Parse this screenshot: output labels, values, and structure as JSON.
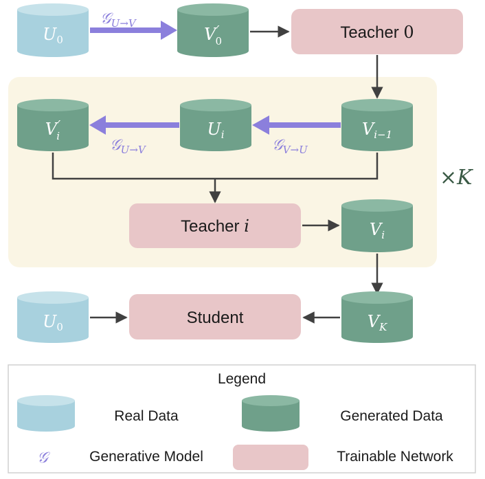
{
  "colors": {
    "real_data": "#a8d1de",
    "real_data_top": "#c6e2ea",
    "generated_data": "#6fa08a",
    "generated_data_top": "#8bb8a3",
    "network": "#e8c6c8",
    "loop_bg": "#faf5e4",
    "generative_arrow": "#8b7fdc",
    "arrow": "#404040",
    "legend_border": "#d0d0d0"
  },
  "nodes": {
    "u0_top": {
      "name": "U",
      "sub": "0",
      "prime": ""
    },
    "v0_prime": {
      "name": "V",
      "sub": "0",
      "prime": "′"
    },
    "teacher0": {
      "prefix": "Teacher ",
      "math": "0"
    },
    "vi_prime": {
      "name": "V",
      "sub": "i",
      "prime": "′"
    },
    "ui": {
      "name": "U",
      "sub": "i",
      "prime": ""
    },
    "vi_minus_1": {
      "name": "V",
      "sub": "i−1",
      "prime": ""
    },
    "teacher_i": {
      "prefix": "Teacher ",
      "math": "i"
    },
    "vi": {
      "name": "V",
      "sub": "i",
      "prime": ""
    },
    "u0_bottom": {
      "name": "U",
      "sub": "0",
      "prime": ""
    },
    "student": {
      "label": "Student"
    },
    "vk": {
      "name": "V",
      "sub": "K",
      "prime": ""
    }
  },
  "generators": {
    "g_top": {
      "symbol": "𝒢",
      "sub": "U→V"
    },
    "g_left": {
      "symbol": "𝒢",
      "sub": "U→V"
    },
    "g_right": {
      "symbol": "𝒢",
      "sub": "V→U"
    }
  },
  "loop": {
    "repeat_label": "×K"
  },
  "legend": {
    "title": "Legend",
    "real_data": "Real Data",
    "generated_data": "Generated Data",
    "generative_symbol": "𝒢",
    "generative_model": "Generative Model",
    "trainable_network": "Trainable Network"
  }
}
